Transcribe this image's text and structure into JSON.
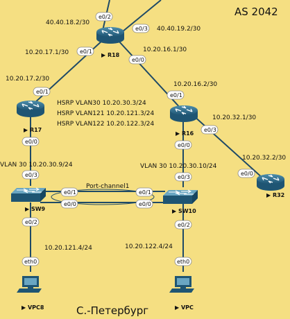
{
  "diagram": {
    "as_label": "AS 2042",
    "city_label": "С.-Петербург",
    "portchannel_label": "Port-channel1",
    "hsrp": [
      "HSRP VLAN30 10.20.30.3/24",
      "HSRP VLAN121 10.20.121.3/24",
      "HSRP VLAN122 10.20.122.3/24"
    ],
    "devices": {
      "r18": "R18",
      "r17": "R17",
      "r16": "R16",
      "r32": "R32",
      "sw9": "SW9",
      "sw10": "SW10",
      "vpc8": "VPC8",
      "vpc": "VPC"
    },
    "addresses": {
      "r18_e02": "40.40.18.2/30",
      "r18_e03": "40.40.19.2/30",
      "r18_e01": "10.20.17.1/30",
      "r18_e00": "10.20.16.1/30",
      "r17_e01": "10.20.17.2/30",
      "r16_e01": "10.20.16.2/30",
      "r16_e03": "10.20.32.1/30",
      "r32_e00": "10.20.32.2/30",
      "vlan30_r17": "VLAN 30 10.20.30.9/24",
      "vlan30_r16": "VLAN 30 10.20.30.10/24",
      "vpc8_ip": "10.20.121.4/24",
      "vpc_ip": "10.20.122.4/24"
    },
    "ports": {
      "r18_e02": "e0/2",
      "r18_e03": "e0/3",
      "r18_e01": "e0/1",
      "r18_e00": "e0/0",
      "r17_e01": "e0/1",
      "r17_e00": "e0/0",
      "r16_e01": "e0/1",
      "r16_e03": "e0/3",
      "r16_e00": "e0/0",
      "r32_e00": "e0/0",
      "sw9_e03": "e0/3",
      "sw9_e01": "e0/1",
      "sw9_e00": "e0/0",
      "sw9_e02": "e0/2",
      "sw10_e01": "e0/1",
      "sw10_e00": "e0/0",
      "sw10_e03": "e0/3",
      "sw10_e02": "e0/2",
      "vpc8_eth0": "eth0",
      "vpc_eth0": "eth0"
    },
    "colors": {
      "background": "#f5df82",
      "device_blue": "#2e6f8e",
      "link": "#1f4a66"
    }
  }
}
